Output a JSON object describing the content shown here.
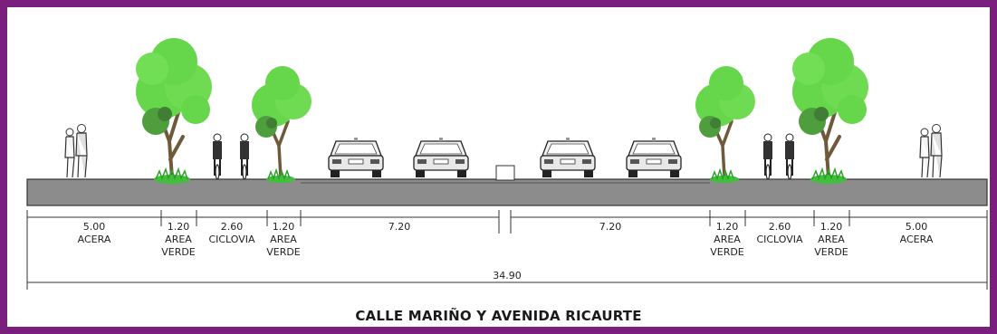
{
  "caption": "CALLE MARIÑO Y AVENIDA RICAURTE",
  "total_width": "34.90",
  "segments": [
    {
      "value": "5.00",
      "label1": "ACERA",
      "label2": ""
    },
    {
      "value": "1.20",
      "label1": "AREA",
      "label2": "VERDE"
    },
    {
      "value": "2.60",
      "label1": "CICLOVIA",
      "label2": ""
    },
    {
      "value": "1.20",
      "label1": "AREA",
      "label2": "VERDE"
    },
    {
      "value": "7.20",
      "label1": "",
      "label2": ""
    },
    {
      "value": "7.20",
      "label1": "",
      "label2": ""
    },
    {
      "value": "1.20",
      "label1": "AREA",
      "label2": "VERDE"
    },
    {
      "value": "2.60",
      "label1": "CICLOVIA",
      "label2": ""
    },
    {
      "value": "1.20",
      "label1": "AREA",
      "label2": "VERDE"
    },
    {
      "value": "5.00",
      "label1": "ACERA",
      "label2": ""
    }
  ],
  "colors": {
    "border": "#7a1f7e",
    "road": "#8c8c8c",
    "foliage": "#66d64a",
    "foliage_shadow": "#3f7e34",
    "trunk": "#6e5a3a",
    "grass": "#3fbf3a"
  },
  "icons": [
    "pedestrians-icon",
    "tree-icon",
    "cyclist-icon",
    "car-icon"
  ]
}
